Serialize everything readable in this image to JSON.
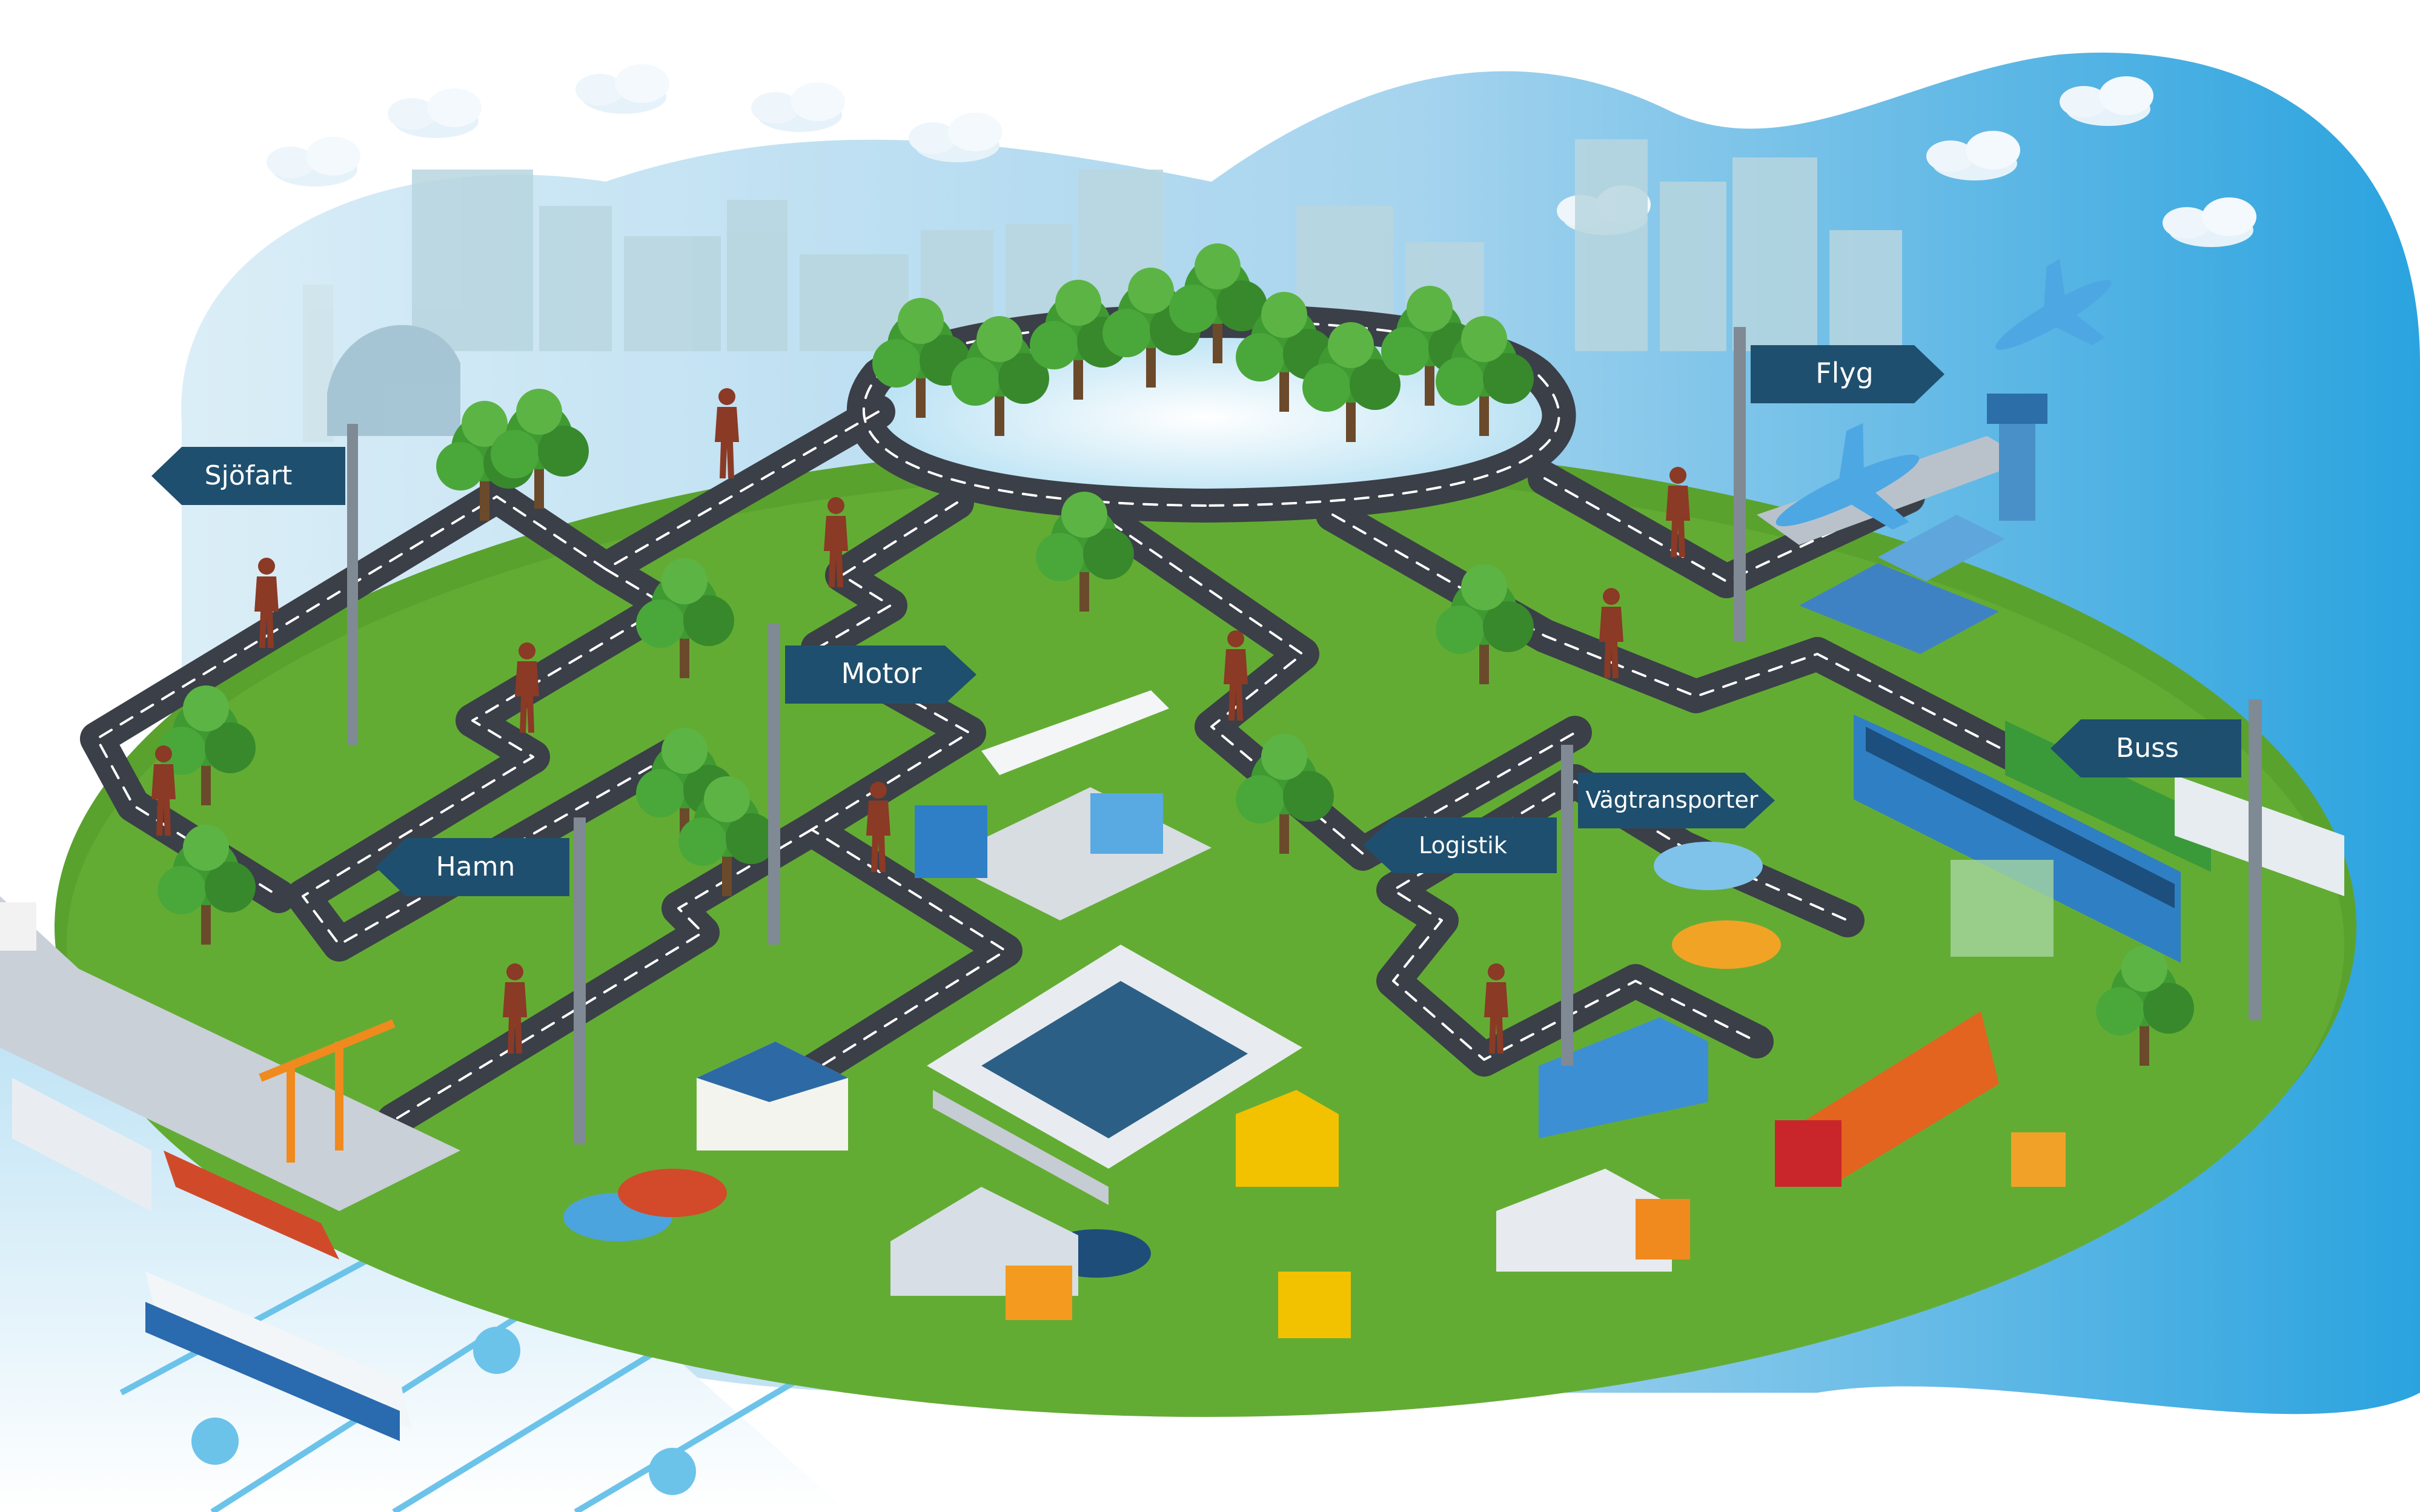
{
  "signs": {
    "sjofart": "Sjöfart",
    "flyg": "Flyg",
    "motor": "Motor",
    "hamn": "Hamn",
    "vagtransporter": "Vägtransporter",
    "logistik": "Logistik",
    "buss": "Buss"
  },
  "colors": {
    "grass": "#5aa22e",
    "road": "#3b3f48",
    "road_line": "#ffffff",
    "sign": "#1f4f6e",
    "sky_blue": "#3aa9e0",
    "tree": "#3f9a32",
    "person": "#8a3a25"
  }
}
